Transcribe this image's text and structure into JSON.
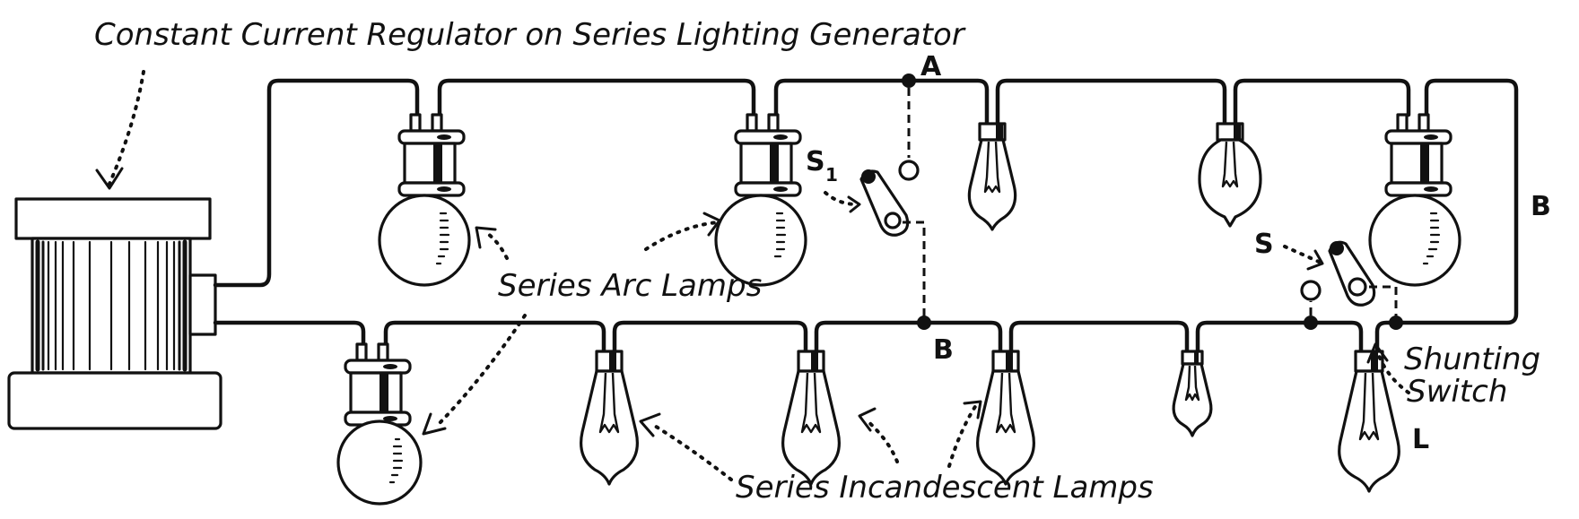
{
  "title": "Constant Current Regulator on Series Lighting Generator",
  "labels": {
    "arc_lamps": "Series Arc Lamps",
    "incandescent_lamps": "Series Incandescent Lamps",
    "shunting_switch_line1": "Shunting",
    "shunting_switch_line2": "Switch",
    "point_a": "A",
    "point_b_lower": "B",
    "point_b_right": "B",
    "switch_s1": "S",
    "switch_s1_sub": "1",
    "switch_s": "S",
    "lamp_l": "L"
  },
  "components": {
    "regulator": "constant-current-regulator",
    "arc_lamp_count": 4,
    "incandescent_lamp_count": 7,
    "switch_count": 2
  }
}
